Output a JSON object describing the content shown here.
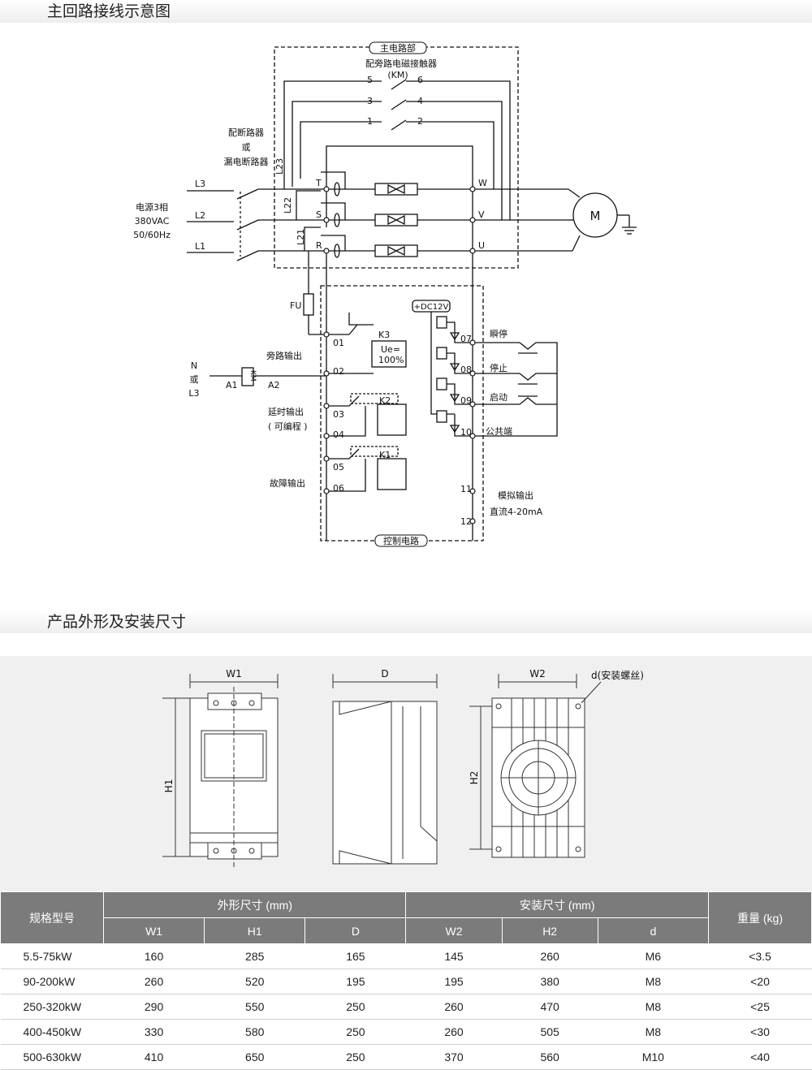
{
  "section1_title": "主回路接线示意图",
  "section2_title": "产品外形及安装尺寸",
  "wiring": {
    "main_circuit_label": "主电路部",
    "control_circuit_label": "控制电路",
    "contactor_label": "配旁路电磁接触器",
    "contactor_code": "(KM)",
    "breaker_label": "配断路器",
    "breaker_or": "或",
    "breaker_label2": "漏电断路器",
    "power_label": "电源3相",
    "voltage": "380VAC",
    "frequency": "50/60Hz",
    "line_labels": [
      "L3",
      "L2",
      "L1"
    ],
    "input_terminals": [
      "T",
      "S",
      "R"
    ],
    "output_terminals": [
      "W",
      "V",
      "U"
    ],
    "bypass_labels": [
      "L23",
      "L22",
      "L21"
    ],
    "contact_numbers": [
      "5",
      "6",
      "3",
      "4",
      "1",
      "2"
    ],
    "motor_label": "M",
    "fuse_label": "FU",
    "n_label": "N",
    "n_or": "或",
    "n_l3": "L3",
    "a1": "A1",
    "a2": "A2",
    "km_coil": "KM",
    "bypass_output": "旁路输出",
    "delay_output": "延时输出",
    "programmable": "( 可编程 )",
    "fault_output": "故障输出",
    "relays": [
      "K3",
      "K2",
      "K1"
    ],
    "ue_label": "Ue=",
    "ue_value": "100%",
    "left_terminals": [
      "01",
      "02",
      "03",
      "04",
      "05",
      "06"
    ],
    "dc_label": "+DC12V",
    "right_terminals": [
      "07",
      "08",
      "09",
      "10",
      "11",
      "12"
    ],
    "instant_stop": "瞬停",
    "stop": "停止",
    "start": "启动",
    "common": "公共端",
    "analog_output": "模拟输出",
    "analog_range": "直流4-20mA"
  },
  "dimensions": {
    "w1": "W1",
    "h1": "H1",
    "d": "D",
    "w2": "W2",
    "h2": "H2",
    "screw": "d(安装螺丝)"
  },
  "table": {
    "col_model": "规格型号",
    "group_outer": "外形尺寸 (mm)",
    "group_install": "安装尺寸 (mm)",
    "col_weight": "重量 (kg)",
    "sub_headers": [
      "W1",
      "H1",
      "D",
      "W2",
      "H2",
      "d"
    ],
    "rows": [
      [
        "5.5-75kW",
        "160",
        "285",
        "165",
        "145",
        "260",
        "M6",
        "<3.5"
      ],
      [
        "90-200kW",
        "260",
        "520",
        "195",
        "195",
        "380",
        "M8",
        "<20"
      ],
      [
        "250-320kW",
        "290",
        "550",
        "250",
        "260",
        "470",
        "M8",
        "<25"
      ],
      [
        "400-450kW",
        "330",
        "580",
        "250",
        "260",
        "505",
        "M8",
        "<30"
      ],
      [
        "500-630kW",
        "410",
        "650",
        "250",
        "370",
        "560",
        "M10",
        "<40"
      ]
    ]
  }
}
